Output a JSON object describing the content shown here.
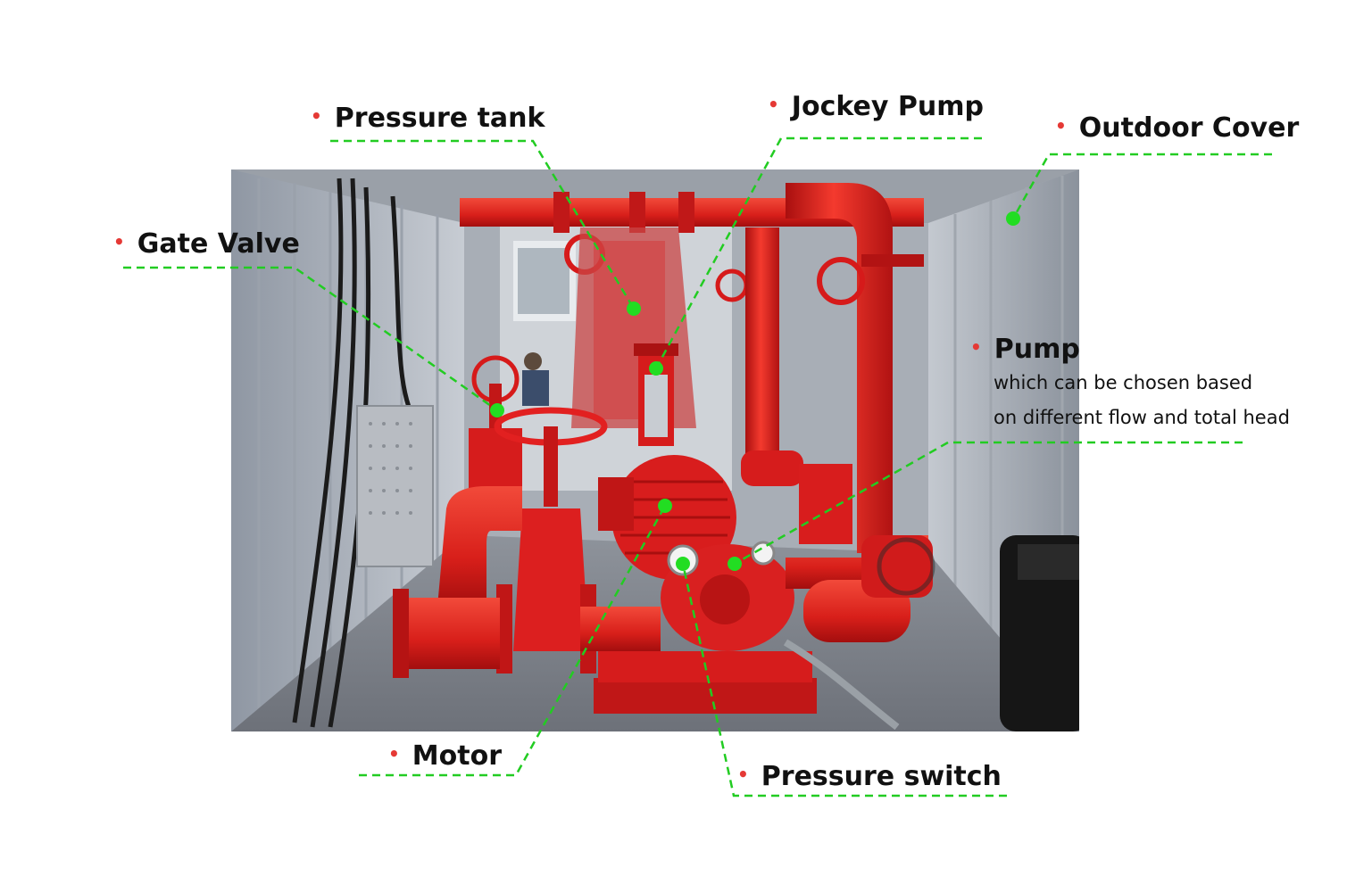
{
  "colors": {
    "leader": "#22cc22",
    "bullet": "#e53935",
    "pipe_red": "#e02020",
    "wall_gray": "#b9bec6"
  },
  "labels": {
    "pressure_tank": "Pressure tank",
    "jockey_pump": "Jockey Pump",
    "outdoor_cover": "Outdoor Cover",
    "gate_valve": "Gate Valve",
    "pump": "Pump",
    "pump_desc_1": "which can be chosen based",
    "pump_desc_2": "on different flow and total head",
    "motor": "Motor",
    "pressure_switch": "Pressure switch"
  },
  "photo": {
    "subject": "fire-pump-container-photo"
  }
}
